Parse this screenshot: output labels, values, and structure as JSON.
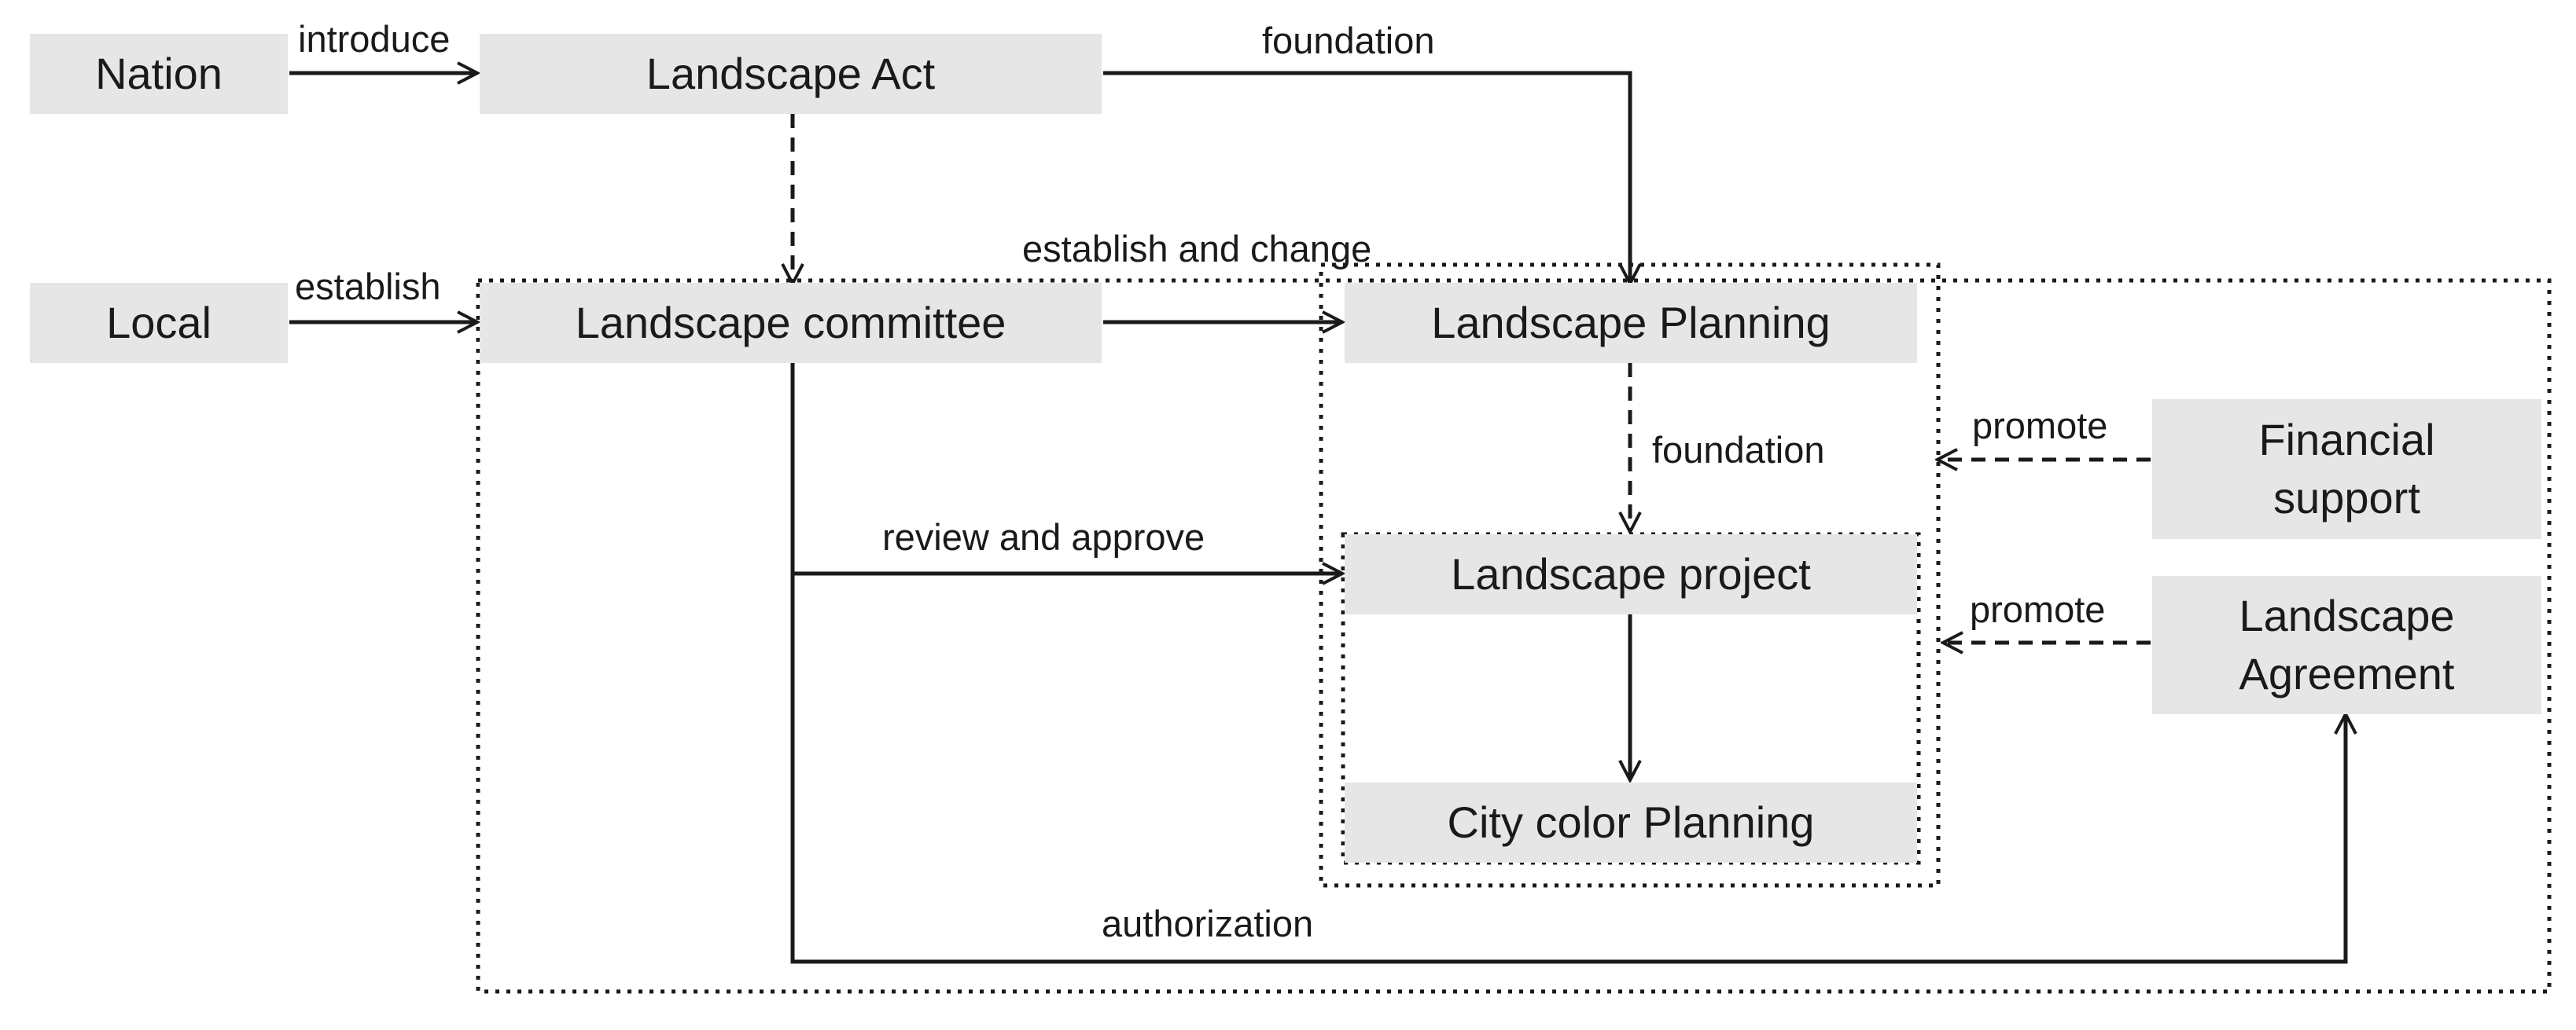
{
  "nodes": {
    "nation": "Nation",
    "local": "Local",
    "landscape_act": "Landscape Act",
    "landscape_committee": "Landscape committee",
    "landscape_planning": "Landscape Planning",
    "landscape_project": "Landscape project",
    "city_color_planning": "City color Planning",
    "financial_support": "Financial\nsupport",
    "landscape_agreement": "Landscape\nAgreement"
  },
  "edges": {
    "introduce": "introduce",
    "establish": "establish",
    "foundation_top": "foundation",
    "establish_and_change": "establish and change",
    "foundation_mid": "foundation",
    "review_and_approve": "review and approve",
    "promote_1": "promote",
    "promote_2": "promote",
    "authorization": "authorization"
  },
  "colors": {
    "node_fill": "#e6e6e6",
    "line": "#1a1a1a"
  }
}
